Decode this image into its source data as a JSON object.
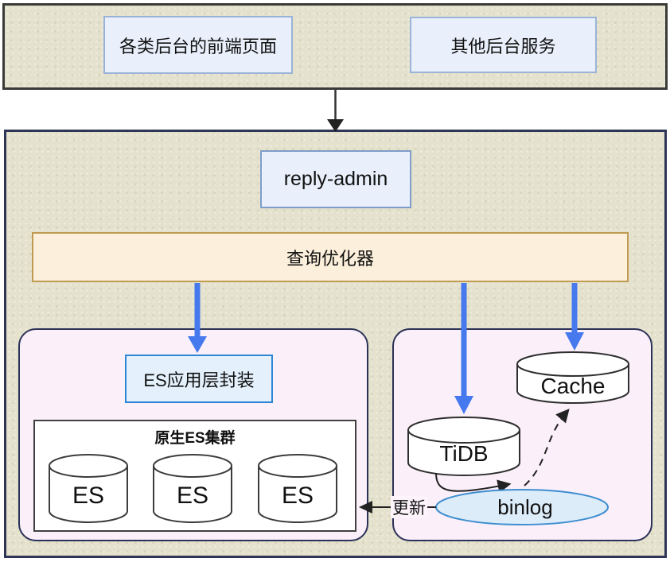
{
  "top_section": {
    "frontend_pages": "各类后台的前端页面",
    "other_services": "其他后台服务"
  },
  "main_section": {
    "reply_admin": "reply-admin",
    "query_optimizer": "查询优化器"
  },
  "es_panel": {
    "app_layer": "ES应用层封装",
    "cluster_title": "原生ES集群",
    "nodes": [
      "ES",
      "ES",
      "ES"
    ]
  },
  "storage_panel": {
    "cache": "Cache",
    "tidb": "TiDB",
    "binlog": "binlog",
    "update_label": "更新"
  },
  "colors": {
    "section_bg": "#e4e1cc",
    "blue_box_fill": "#e9effb",
    "blue_box_border": "#9ab3d8",
    "optimizer_fill": "#fcefdb",
    "optimizer_border": "#bf9b51",
    "panel_fill": "#fbeff9",
    "panel_border": "#2b3258",
    "es_app_fill": "#e4f1fc",
    "es_app_border": "#2e86d4",
    "binlog_fill": "#ddecf9",
    "binlog_border": "#3e8ed0",
    "arrow_blue": "#4679ee",
    "arrow_black": "#222222"
  }
}
